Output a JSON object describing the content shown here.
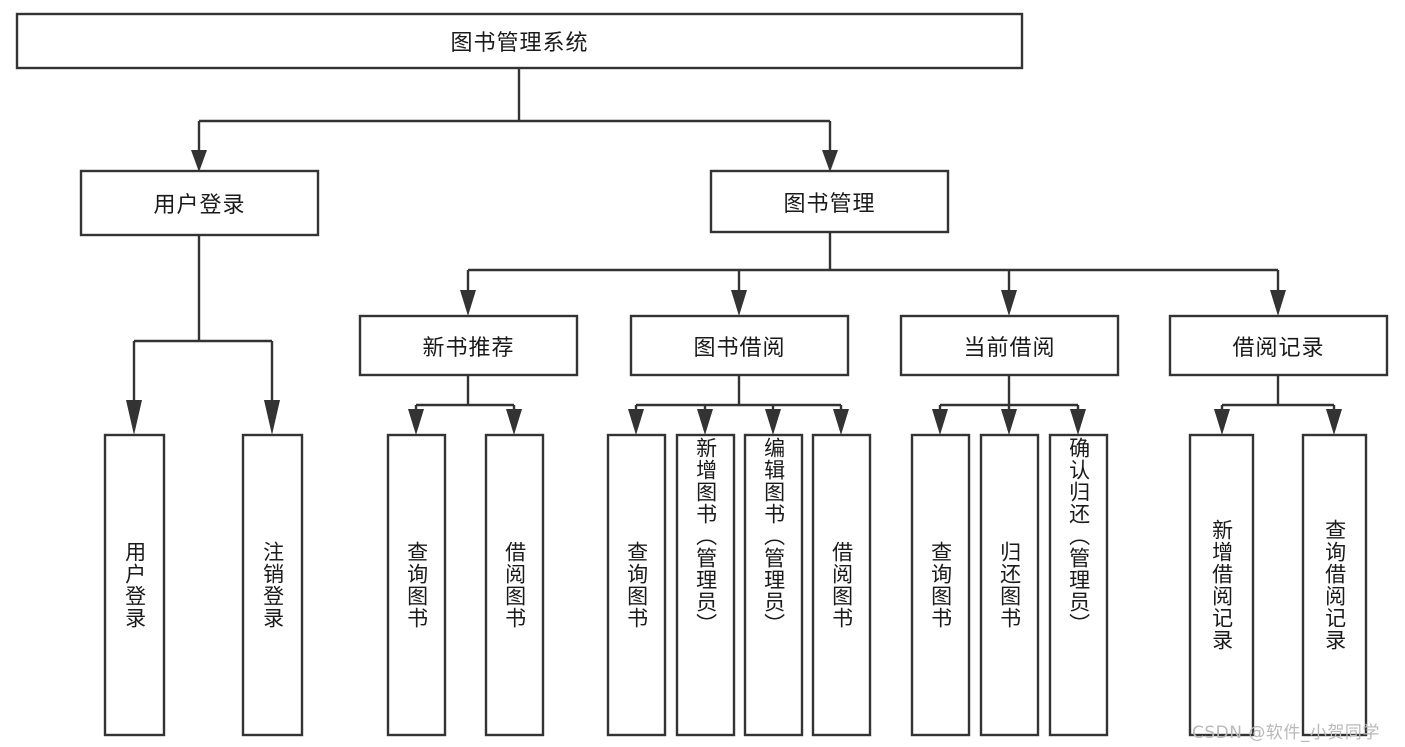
{
  "diagram": {
    "title": "图书管理系统",
    "type": "tree-hierarchy",
    "watermark": "CSDN @软件_小贺同学",
    "colors": {
      "box_stroke": "#333333",
      "box_fill": "#ffffff",
      "connector": "#333333",
      "text": "#1a1a1a",
      "watermark": "#b9b9b9",
      "background": "#ffffff"
    },
    "root": {
      "id": "root",
      "label": "图书管理系统",
      "orientation": "horizontal"
    },
    "level2": [
      {
        "id": "user-login",
        "label": "用户登录",
        "orientation": "horizontal"
      },
      {
        "id": "book-management",
        "label": "图书管理",
        "orientation": "horizontal"
      }
    ],
    "level3": [
      {
        "id": "new-book-recommend",
        "label": "新书推荐",
        "orientation": "horizontal",
        "parent": "book-management"
      },
      {
        "id": "book-borrow",
        "label": "图书借阅",
        "orientation": "horizontal",
        "parent": "book-management"
      },
      {
        "id": "current-borrow",
        "label": "当前借阅",
        "orientation": "horizontal",
        "parent": "book-management"
      },
      {
        "id": "borrow-record",
        "label": "借阅记录",
        "orientation": "horizontal",
        "parent": "book-management"
      }
    ],
    "leaves": {
      "user-login": [
        {
          "id": "leaf-user-login",
          "label": "用户登录",
          "orientation": "vertical"
        },
        {
          "id": "leaf-logout-login",
          "label": "注销登录",
          "orientation": "vertical"
        }
      ],
      "new-book-recommend": [
        {
          "id": "leaf-query-book-1",
          "label": "查询图书",
          "orientation": "vertical"
        },
        {
          "id": "leaf-borrow-book-1",
          "label": "借阅图书",
          "orientation": "vertical"
        }
      ],
      "book-borrow": [
        {
          "id": "leaf-query-book-2",
          "label": "查询图书",
          "orientation": "vertical"
        },
        {
          "id": "leaf-add-book-admin",
          "label": "新增图书（管理员）",
          "orientation": "vertical"
        },
        {
          "id": "leaf-edit-book-admin",
          "label": "编辑图书（管理员）",
          "orientation": "vertical"
        },
        {
          "id": "leaf-borrow-book-2",
          "label": "借阅图书",
          "orientation": "vertical"
        }
      ],
      "current-borrow": [
        {
          "id": "leaf-query-book-3",
          "label": "查询图书",
          "orientation": "vertical"
        },
        {
          "id": "leaf-return-book",
          "label": "归还图书",
          "orientation": "vertical"
        },
        {
          "id": "leaf-confirm-return-admin",
          "label": "确认归还（管理员）",
          "orientation": "vertical"
        }
      ],
      "borrow-record": [
        {
          "id": "leaf-add-borrow-record",
          "label": "新增借阅记录",
          "orientation": "vertical"
        },
        {
          "id": "leaf-query-borrow-record",
          "label": "查询借阅记录",
          "orientation": "vertical"
        }
      ]
    }
  }
}
